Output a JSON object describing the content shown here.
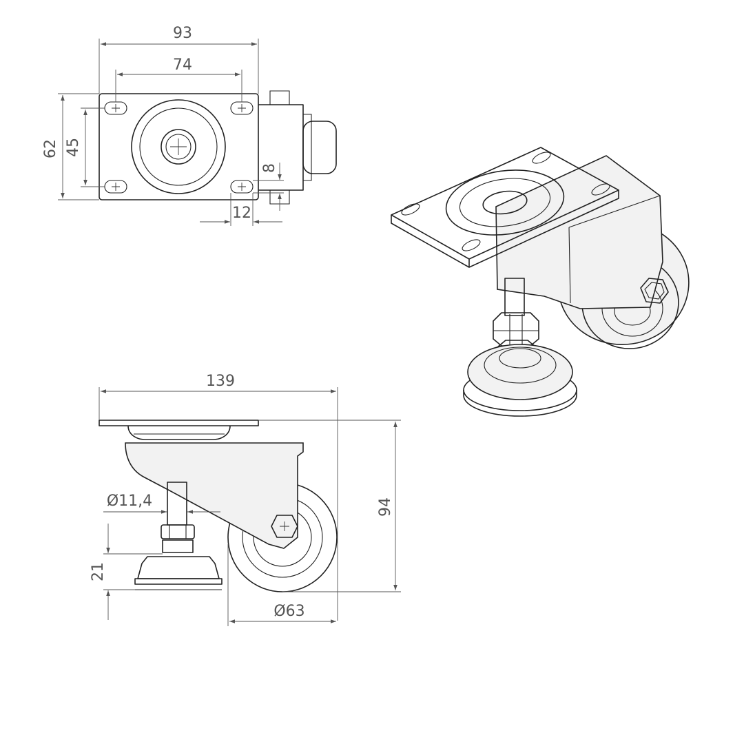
{
  "dimensions": {
    "top_width_overall": "93",
    "top_hole_spacing_x": "74",
    "top_height_overall": "62",
    "top_hole_spacing_y": "45",
    "slot_width": "8",
    "slot_length": "12",
    "side_length_overall": "139",
    "side_height_overall": "94",
    "stem_diameter": "Ø11,4",
    "foot_height": "21",
    "wheel_diameter": "Ø63"
  },
  "colors": {
    "line": "#222222",
    "dimension": "#555555",
    "background": "#ffffff"
  }
}
